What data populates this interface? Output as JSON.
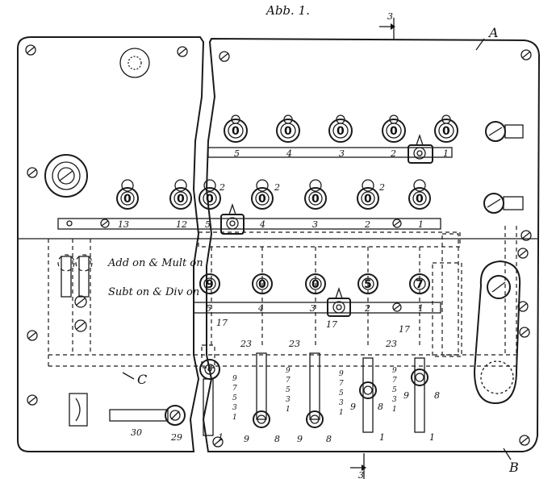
{
  "title": "Abb. 1.",
  "section_marks": [
    "3",
    "3"
  ],
  "part_labels": {
    "a": "A",
    "b": "B",
    "c": "C"
  },
  "mode_labels": {
    "add": "Add on & Mult on",
    "subt": "Subt on & Div on"
  },
  "top_dials": [
    "0",
    "0",
    "0",
    "0",
    "0"
  ],
  "top_bar_numbers": [
    "5",
    "4",
    "3",
    "2",
    "1"
  ],
  "middle_dials": [
    "0",
    "0",
    "0",
    "0",
    "0",
    "0",
    "0"
  ],
  "middle_bar_numbers": [
    "13",
    "12",
    "5",
    "4",
    "3",
    "2",
    "1"
  ],
  "lower_dials": [
    "9",
    "0",
    "0",
    "5",
    "7"
  ],
  "lower_bar_numbers": [
    "5",
    "4",
    "3",
    "2",
    "1"
  ],
  "digit_column": [
    "9",
    "7",
    "5",
    "3",
    "1"
  ],
  "callouts": {
    "n2": "2",
    "n17": "17",
    "n23": "23",
    "n1": "1",
    "n8": "8",
    "n9": "9",
    "n29": "29",
    "n30": "30"
  }
}
